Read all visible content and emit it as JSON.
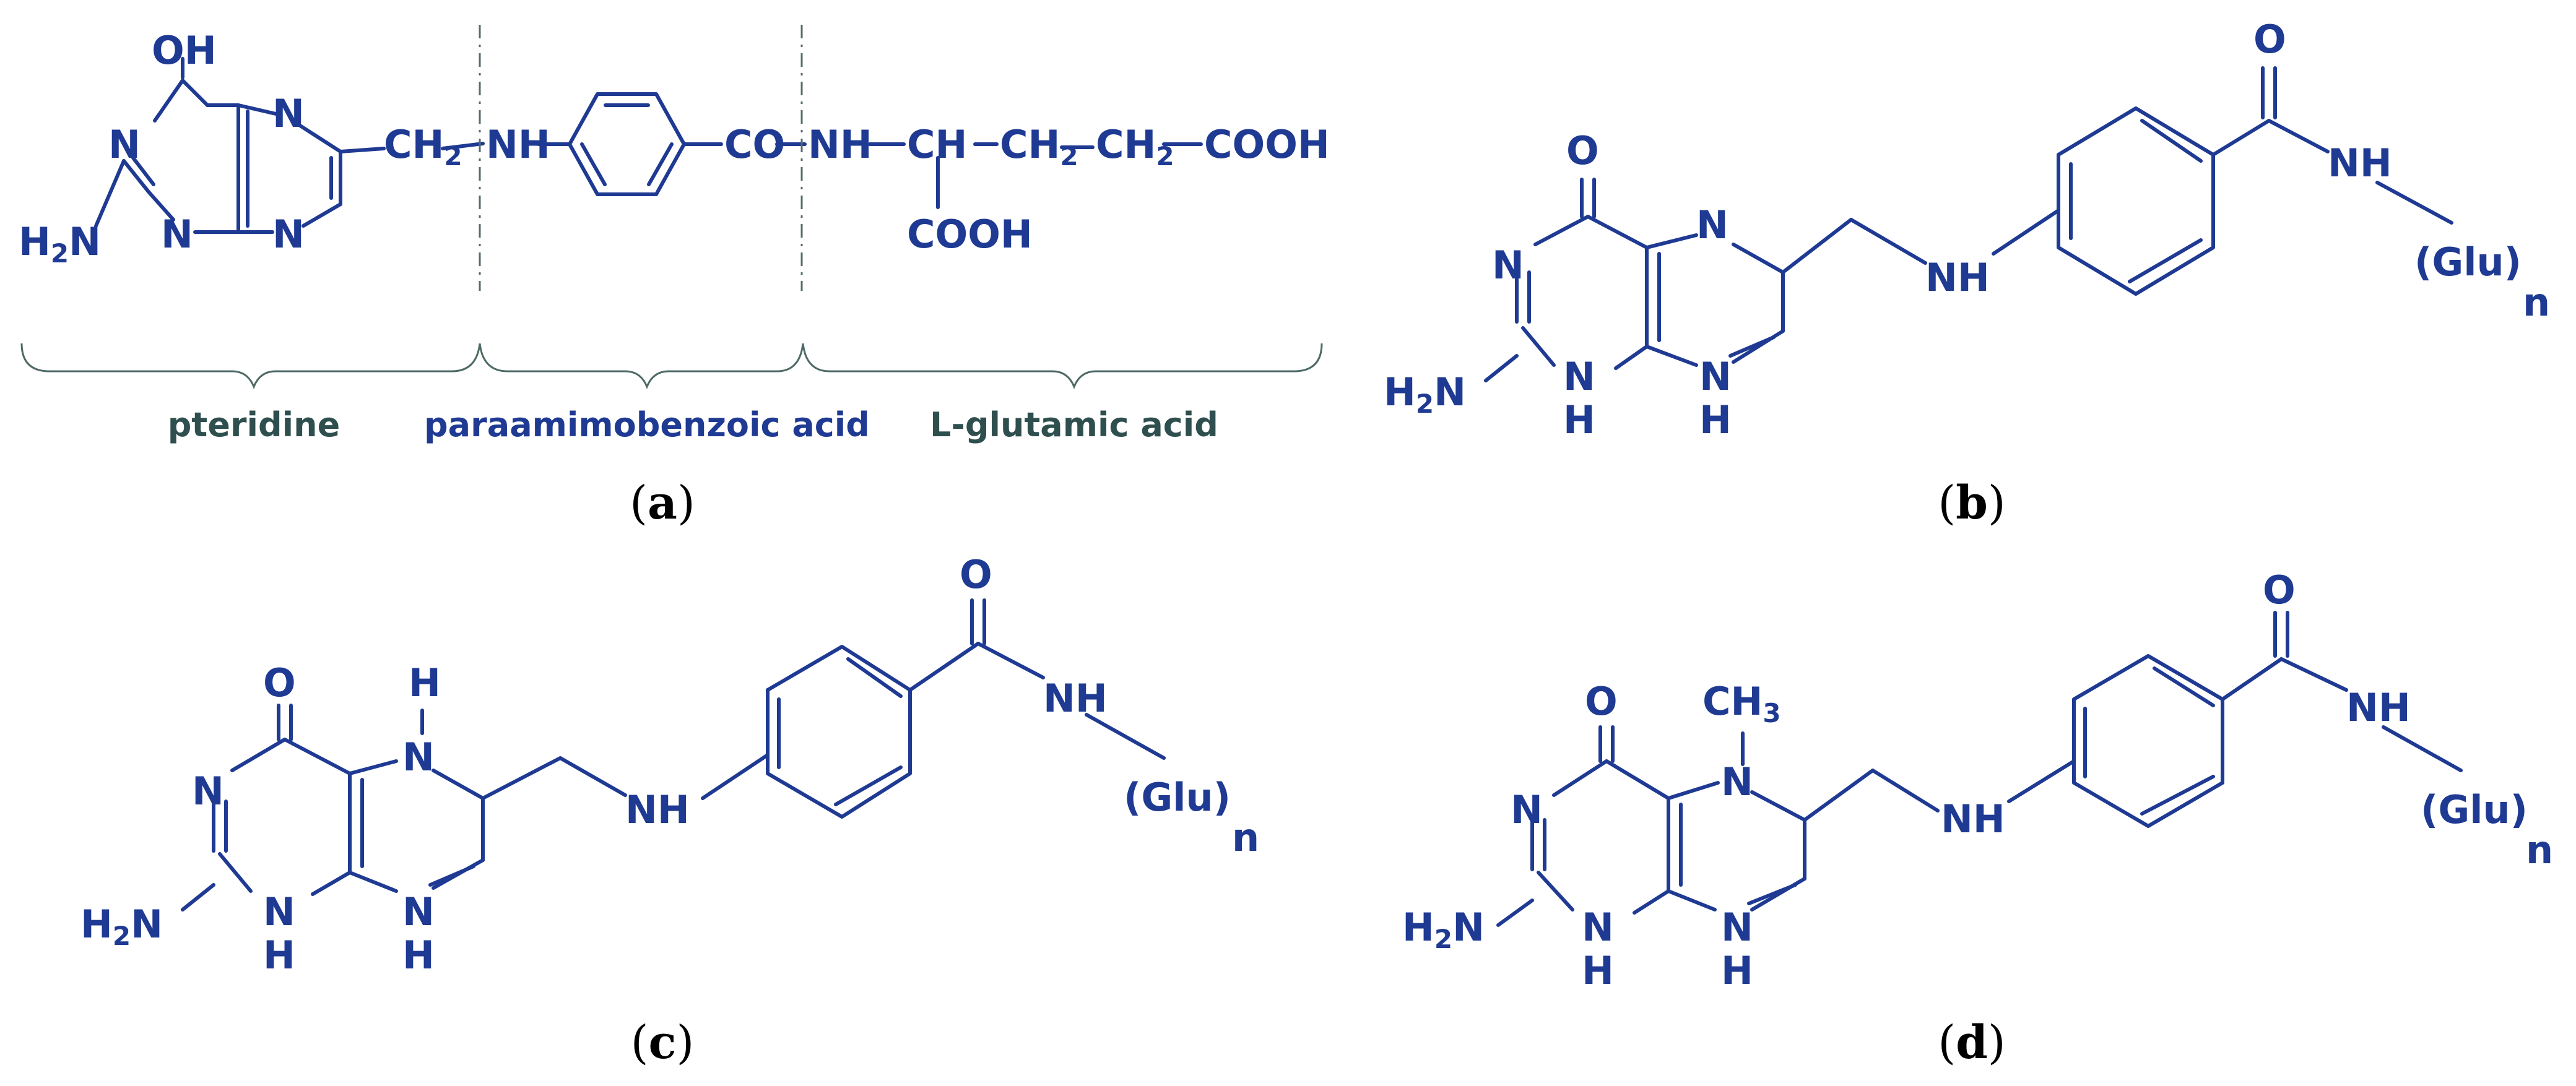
{
  "colors": {
    "molecule": "#1F3A93",
    "segment_gray": "#2F4F4F",
    "segment_blue": "#1F3A93",
    "panel_label": "#000000"
  },
  "panel_labels": {
    "a": "(a)",
    "b": "(b)",
    "c": "(c)",
    "d": "(d)"
  },
  "bold_letters": {
    "a": "a",
    "b": "b",
    "c": "c",
    "d": "d"
  },
  "segments": {
    "pteridine": "pteridine",
    "paba": "paraamimobenzoic acid",
    "glutamic": "L-glutamic acid"
  },
  "panel_a": {
    "OH": "OH",
    "N1": "N",
    "N3": "N",
    "N5": "N",
    "N8": "N",
    "H2N": "H2N",
    "H": "H",
    "two": "2",
    "NH1": "NH",
    "CO": "CO",
    "NH2": "NH",
    "CH": "CH",
    "CH2": "CH",
    "COOH": "COOH"
  },
  "panel_b": {
    "O": "O",
    "O2": "O",
    "N": "N",
    "H": "H",
    "H2N": "H2N",
    "NH": "NH",
    "Glu": "(Glu)",
    "n": "n"
  },
  "panel_c": {
    "O": "O",
    "O2": "O",
    "N": "N",
    "H": "H",
    "NH": "NH",
    "Glu": "(Glu)",
    "n": "n"
  },
  "panel_d": {
    "O": "O",
    "O2": "O",
    "N": "N",
    "H": "H",
    "CH3": "CH",
    "three": "3",
    "NH": "NH",
    "Glu": "(Glu)",
    "n": "n"
  }
}
